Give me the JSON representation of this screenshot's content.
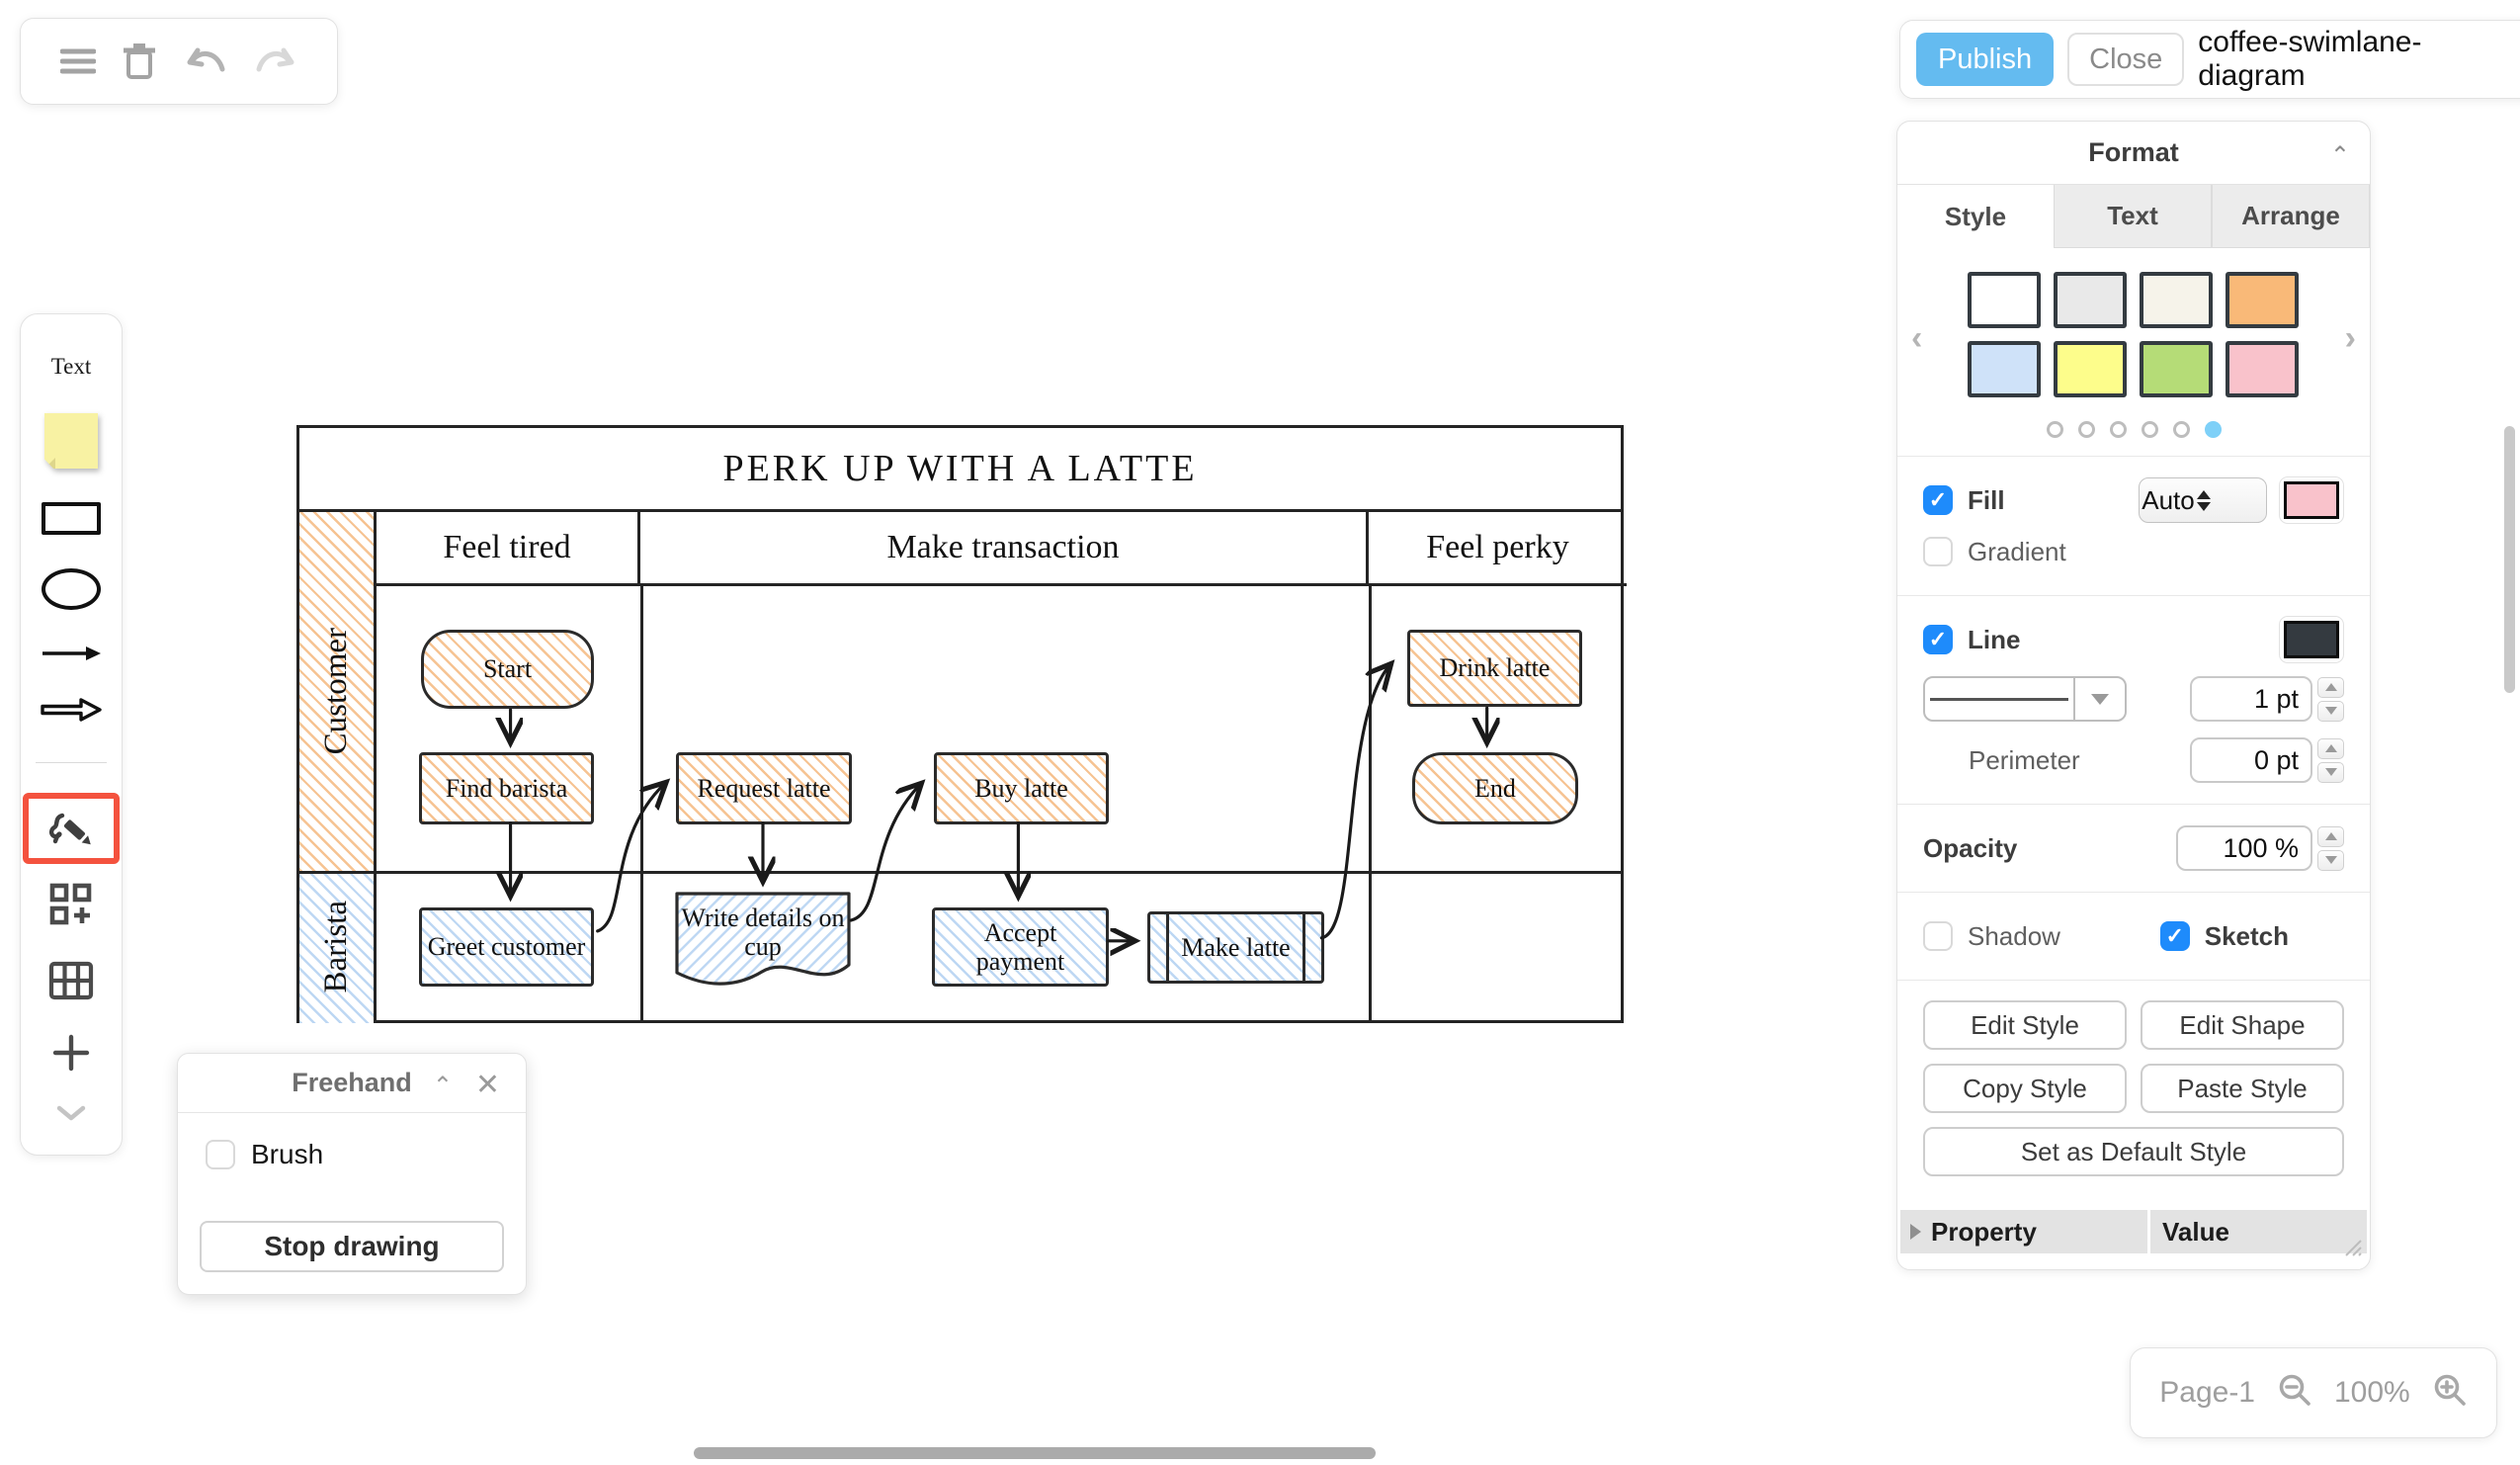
{
  "header": {
    "publish_label": "Publish",
    "close_label": "Close",
    "doc_title": "coffee-swimlane-diagram"
  },
  "format_panel": {
    "title": "Format",
    "tabs": [
      {
        "label": "Style"
      },
      {
        "label": "Text"
      },
      {
        "label": "Arrange"
      }
    ],
    "active_tab": "Style",
    "swatches": [
      "#ffffff",
      "#e9e9e9",
      "#f6f3ea",
      "#f9b978",
      "#cfe2f9",
      "#fdfd8b",
      "#b5dc77",
      "#f9c2cb"
    ],
    "pager": {
      "dot_count": 6,
      "active_dot_index": 5,
      "active_dot_color": "#7ed0f8"
    },
    "fill": {
      "label": "Fill",
      "checked": true,
      "mode_value": "Auto",
      "color": "#f9c2cb"
    },
    "gradient": {
      "label": "Gradient",
      "checked": false
    },
    "line": {
      "label": "Line",
      "checked": true,
      "color": "#343a40",
      "width_value": "1 pt"
    },
    "perimeter": {
      "label": "Perimeter",
      "value": "0 pt"
    },
    "opacity": {
      "label": "Opacity",
      "value": "100 %"
    },
    "shadow": {
      "label": "Shadow",
      "checked": false
    },
    "sketch": {
      "label": "Sketch",
      "checked": true
    },
    "buttons": {
      "edit_style": "Edit Style",
      "edit_shape": "Edit Shape",
      "copy_style": "Copy Style",
      "paste_style": "Paste Style",
      "set_default": "Set as Default Style"
    },
    "property_table": {
      "property_header": "Property",
      "value_header": "Value"
    }
  },
  "shape_toolbar": {
    "text_label": "Text"
  },
  "canvas": {
    "diagram": {
      "title": "PERK UP WITH A LATTE",
      "phases": [
        {
          "label": "Feel tired"
        },
        {
          "label": "Make transaction"
        },
        {
          "label": "Feel perky"
        }
      ],
      "lanes": [
        {
          "label": "Customer"
        },
        {
          "label": "Barista"
        }
      ],
      "nodes": [
        {
          "label": "Start",
          "shape": "rounded",
          "lane": "Customer",
          "fill": "orange-hatch"
        },
        {
          "label": "Find barista",
          "shape": "rect",
          "lane": "Customer",
          "fill": "orange-hatch"
        },
        {
          "label": "Request latte",
          "shape": "rect",
          "lane": "Customer",
          "fill": "orange-hatch"
        },
        {
          "label": "Buy latte",
          "shape": "rect",
          "lane": "Customer",
          "fill": "orange-hatch"
        },
        {
          "label": "Drink latte",
          "shape": "rect",
          "lane": "Customer",
          "fill": "orange-hatch"
        },
        {
          "label": "End",
          "shape": "rounded",
          "lane": "Customer",
          "fill": "orange-hatch"
        },
        {
          "label": "Greet customer",
          "shape": "rect",
          "lane": "Barista",
          "fill": "blue-hatch"
        },
        {
          "label": "Write details on cup",
          "shape": "document",
          "lane": "Barista",
          "fill": "blue-hatch"
        },
        {
          "label": "Accept payment",
          "shape": "rect",
          "lane": "Barista",
          "fill": "blue-hatch"
        },
        {
          "label": "Make latte",
          "shape": "process",
          "lane": "Barista",
          "fill": "blue-hatch"
        }
      ],
      "edges": [
        {
          "from": "Start",
          "to": "Find barista"
        },
        {
          "from": "Find barista",
          "to": "Greet customer"
        },
        {
          "from": "Greet customer",
          "to": "Request latte"
        },
        {
          "from": "Request latte",
          "to": "Write details on cup"
        },
        {
          "from": "Write details on cup",
          "to": "Buy latte"
        },
        {
          "from": "Buy latte",
          "to": "Accept payment"
        },
        {
          "from": "Accept payment",
          "to": "Make latte"
        },
        {
          "from": "Make latte",
          "to": "Drink latte"
        },
        {
          "from": "Drink latte",
          "to": "End"
        }
      ]
    }
  },
  "freehand_dialog": {
    "title": "Freehand",
    "brush": {
      "label": "Brush",
      "checked": false
    },
    "stop_label": "Stop drawing"
  },
  "status_bar": {
    "page_label": "Page-1",
    "zoom_value": "100%"
  },
  "colors": {
    "publish_blue": "#64bbf0",
    "checkbox_blue": "#1e8bfb",
    "freehand_highlight": "#f4523e"
  }
}
